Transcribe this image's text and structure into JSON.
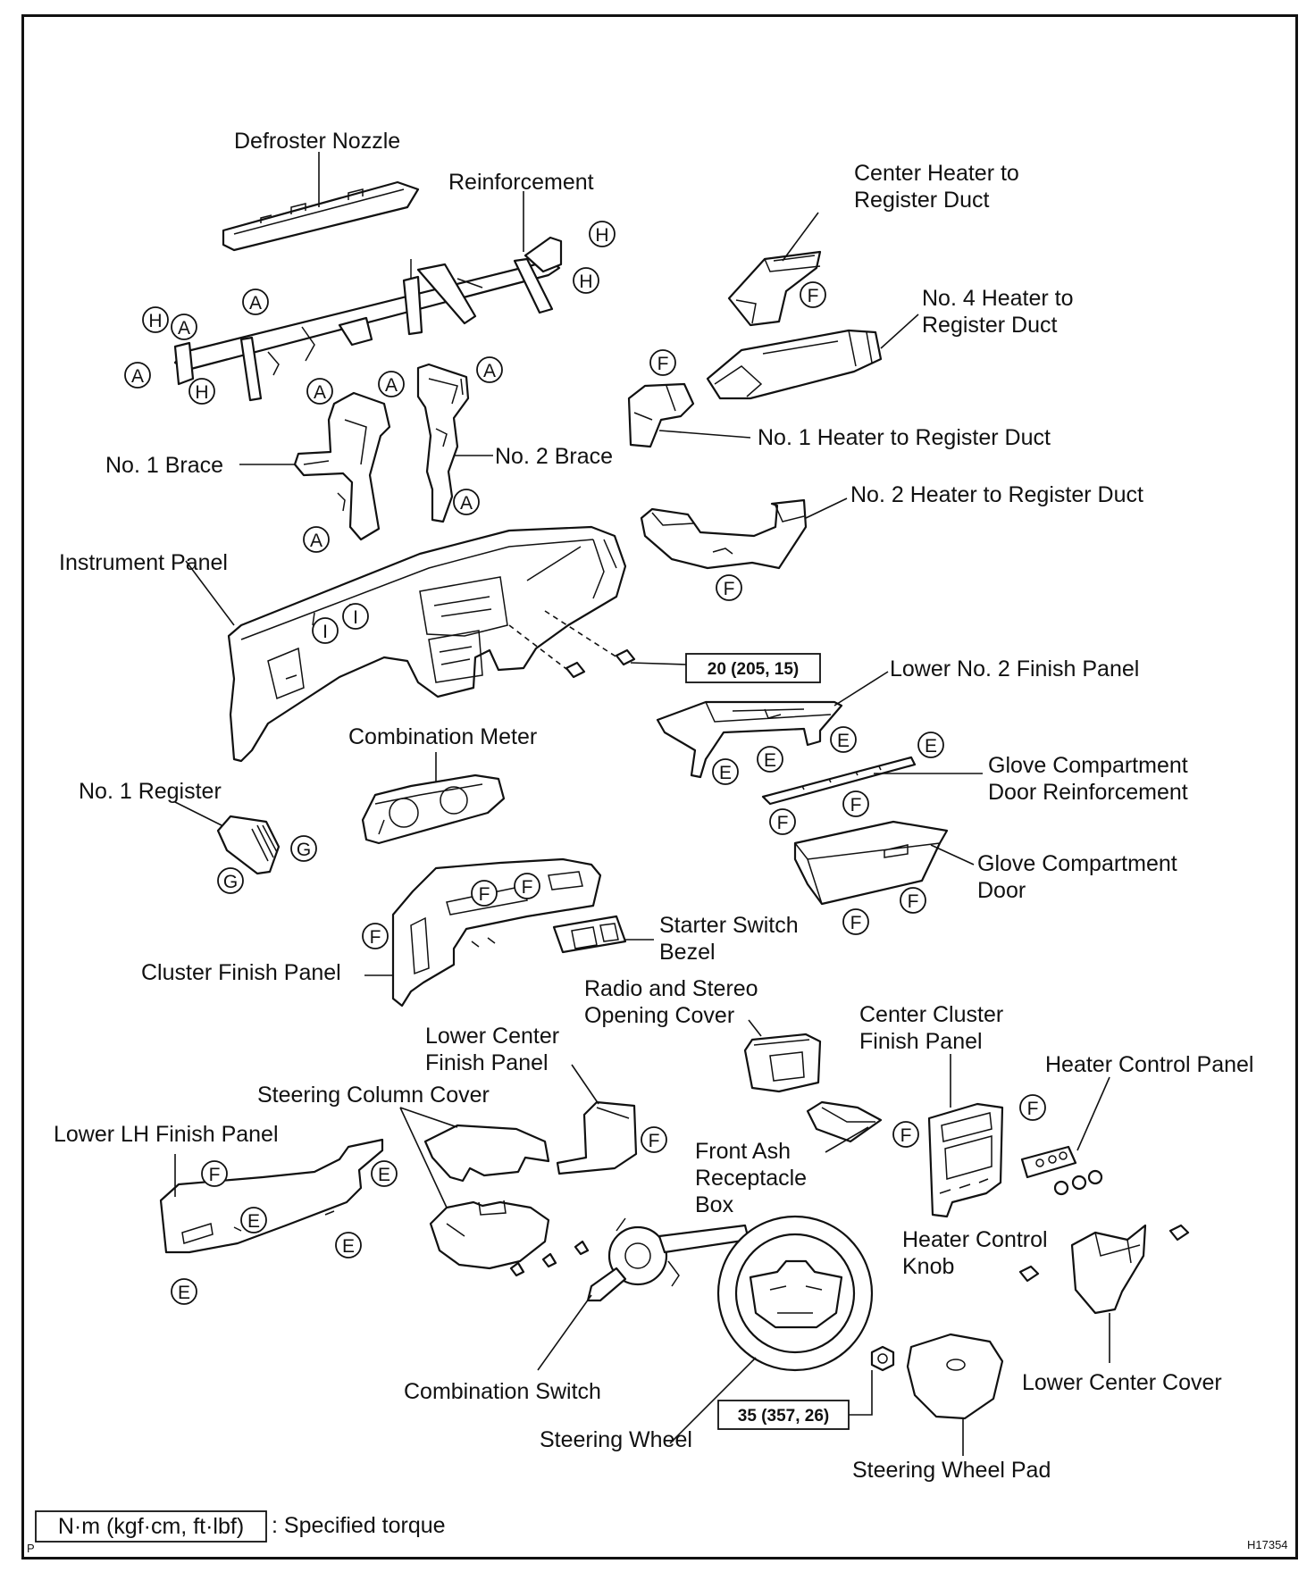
{
  "labels": {
    "defroster_nozzle": "Defroster Nozzle",
    "reinforcement": "Reinforcement",
    "center_heater_duct": [
      "Center Heater to",
      "Register Duct"
    ],
    "no4_heater_duct": [
      "No. 4 Heater to",
      "Register Duct"
    ],
    "no1_heater_duct": "No. 1 Heater to Register Duct",
    "no2_heater_duct": "No. 2 Heater to Register Duct",
    "no1_brace": "No. 1 Brace",
    "no2_brace": "No. 2 Brace",
    "instrument_panel": "Instrument Panel",
    "lower_no2_finish_panel": "Lower No. 2 Finish Panel",
    "glove_reinforcement": [
      "Glove Compartment",
      "Door Reinforcement"
    ],
    "glove_door": [
      "Glove Compartment",
      "Door"
    ],
    "combination_meter": "Combination Meter",
    "no1_register": "No. 1 Register",
    "starter_switch_bezel": [
      "Starter Switch",
      "Bezel"
    ],
    "cluster_finish_panel": "Cluster Finish Panel",
    "radio_cover": [
      "Radio and Stereo",
      "Opening Cover"
    ],
    "center_cluster_finish_panel": [
      "Center Cluster",
      "Finish Panel"
    ],
    "heater_control_panel": "Heater Control Panel",
    "lower_center_finish_panel": [
      "Lower Center",
      "Finish Panel"
    ],
    "steering_column_cover": "Steering Column Cover",
    "lower_lh_finish_panel": "Lower LH Finish Panel",
    "front_ash_receptacle": [
      "Front Ash",
      "Receptacle",
      "Box"
    ],
    "heater_control_knob": [
      "Heater Control",
      "Knob"
    ],
    "lower_center_cover": "Lower Center Cover",
    "combination_switch": "Combination Switch",
    "steering_wheel": "Steering Wheel",
    "steering_wheel_pad": "Steering Wheel Pad"
  },
  "torque": {
    "panel_bolt": "20 (205, 15)",
    "steering_nut": "35 (357, 26)"
  },
  "legend": {
    "unit": "N·m (kgf·cm, ft·lbf)",
    "meaning": ": Specified torque"
  },
  "codes": {
    "A": "A",
    "E": "E",
    "F": "F",
    "G": "G",
    "H": "H",
    "I": "I"
  },
  "corner_mark": "P",
  "figure_id": "H17354"
}
